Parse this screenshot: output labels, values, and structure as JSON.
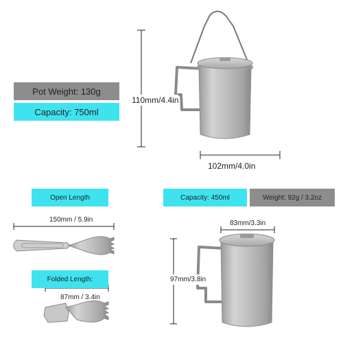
{
  "big_pot": {
    "weight_label": "Pot Weight: 130g",
    "capacity_label": "Capacity: 750ml",
    "height_dim": "110mm/4.4in",
    "width_dim": "102mm/4.0in"
  },
  "spork": {
    "open_length_label": "Open Length",
    "open_dim": "150mm / 5.9in",
    "folded_label": "Folded Length:",
    "folded_dim": "87mm / 3.4in"
  },
  "small_cup": {
    "capacity_label": "Capacity: 450ml",
    "weight_label": "Weight: 92g / 3.2oz",
    "width_dim": "83mm/3.3in",
    "height_dim": "97mm/3.8in"
  },
  "colors": {
    "label_gray": "#8d8d8d",
    "label_cyan": "#3fe3f0",
    "titanium": "#b8b8b8"
  }
}
